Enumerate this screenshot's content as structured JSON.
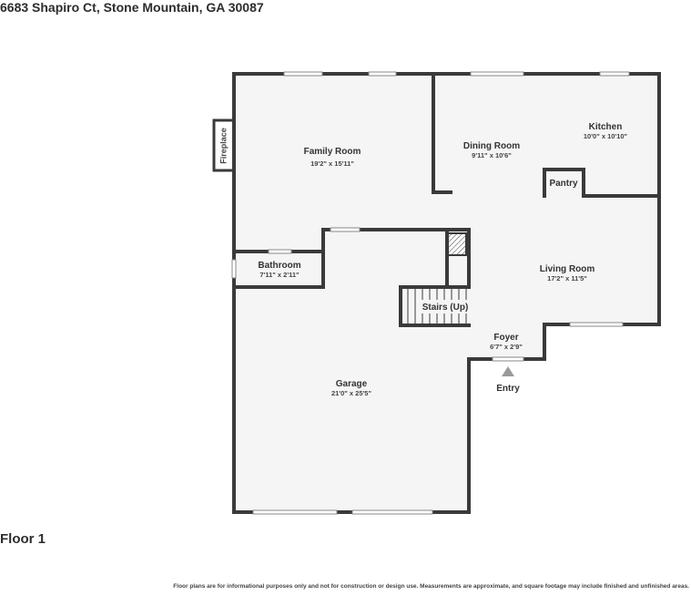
{
  "header": {
    "address": "6683 Shapiro Ct, Stone Mountain, GA 30087"
  },
  "floor_label": "Floor 1",
  "disclaimer": "Floor plans are for informational purposes only and not for construction or design use. Measurements are approximate, and square footage may include finished and unfinished areas.",
  "rooms": {
    "family_room": {
      "name": "Family Room",
      "dims": "19'2\" x 15'11\""
    },
    "dining_room": {
      "name": "Dining Room",
      "dims": "9'11\" x 10'6\""
    },
    "kitchen": {
      "name": "Kitchen",
      "dims": "10'0\" x 10'10\""
    },
    "pantry": {
      "name": "Pantry"
    },
    "bathroom": {
      "name": "Bathroom",
      "dims": "7'11\" x 2'11\""
    },
    "living_room": {
      "name": "Living Room",
      "dims": "17'2\" x 11'5\""
    },
    "stairs": {
      "name": "Stairs (Up)"
    },
    "foyer": {
      "name": "Foyer",
      "dims": "6'7\" x 2'9\""
    },
    "garage": {
      "name": "Garage",
      "dims": "21'0\" x 25'5\""
    },
    "fireplace": {
      "name": "Fireplace"
    }
  },
  "entry_label": "Entry",
  "colors": {
    "wall": "#3a3a3a",
    "floor": "#f5f5f5",
    "marker": "#9a9a9a"
  }
}
